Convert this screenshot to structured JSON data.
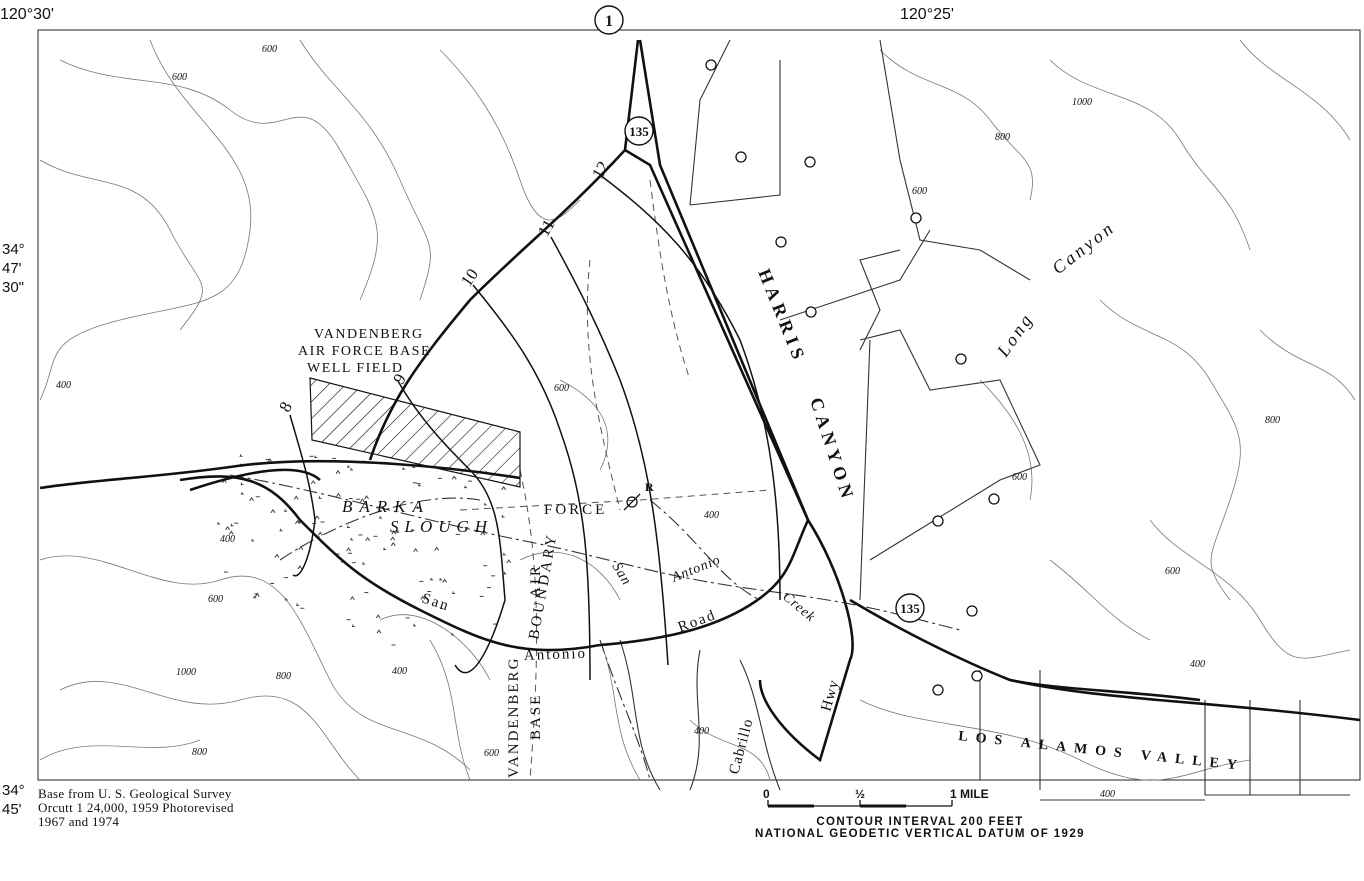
{
  "coords": {
    "top_left": "120°30'",
    "top_mid": "120°25'",
    "lat_mid": [
      "34°",
      "47'",
      "30\""
    ],
    "lat_bottom": [
      "34°",
      "45'"
    ]
  },
  "credit": [
    "Base from U. S. Geological Survey",
    "Orcutt 1 24,000, 1959 Photorevised",
    "1967 and 1974"
  ],
  "scale": {
    "zero": "0",
    "half": "½",
    "mile": "1 MILE"
  },
  "contour_note": [
    "CONTOUR INTERVAL 200 FEET",
    "NATIONAL GEODETIC VERTICAL DATUM OF 1929"
  ],
  "labels": {
    "well_field": [
      "VANDENBERG",
      "AIR FORCE BASE",
      "WELL FIELD"
    ],
    "barka": "BARKA",
    "slough": "SLOUGH",
    "harris": "HARRIS",
    "canyon": "CANYON",
    "long": "Long",
    "long_canyon": "Canyon",
    "los_alamos": "LOS ALAMOS VALLEY",
    "af_boundary": [
      "AIR",
      "BOUNDARY",
      "FORCE"
    ],
    "vandenberg_base": [
      "VANDENBERG",
      "BASE"
    ],
    "san_antonio_road": [
      "San",
      "Antonio",
      "Road"
    ],
    "san_antonio_creek": [
      "San",
      "Antonio",
      "Creek"
    ],
    "cabrillo": "Cabrillo",
    "hwy": "Hwy",
    "reference_point": "R"
  },
  "routes": [
    "1",
    "135",
    "135"
  ],
  "water_level_lines": [
    "8",
    "9",
    "10",
    "11",
    "12"
  ],
  "elevations": [
    "600",
    "600",
    "1000",
    "800",
    "600",
    "400",
    "600",
    "400",
    "800",
    "600",
    "400",
    "400",
    "1000",
    "800",
    "800",
    "600",
    "600",
    "400",
    "400",
    "400",
    "600"
  ]
}
